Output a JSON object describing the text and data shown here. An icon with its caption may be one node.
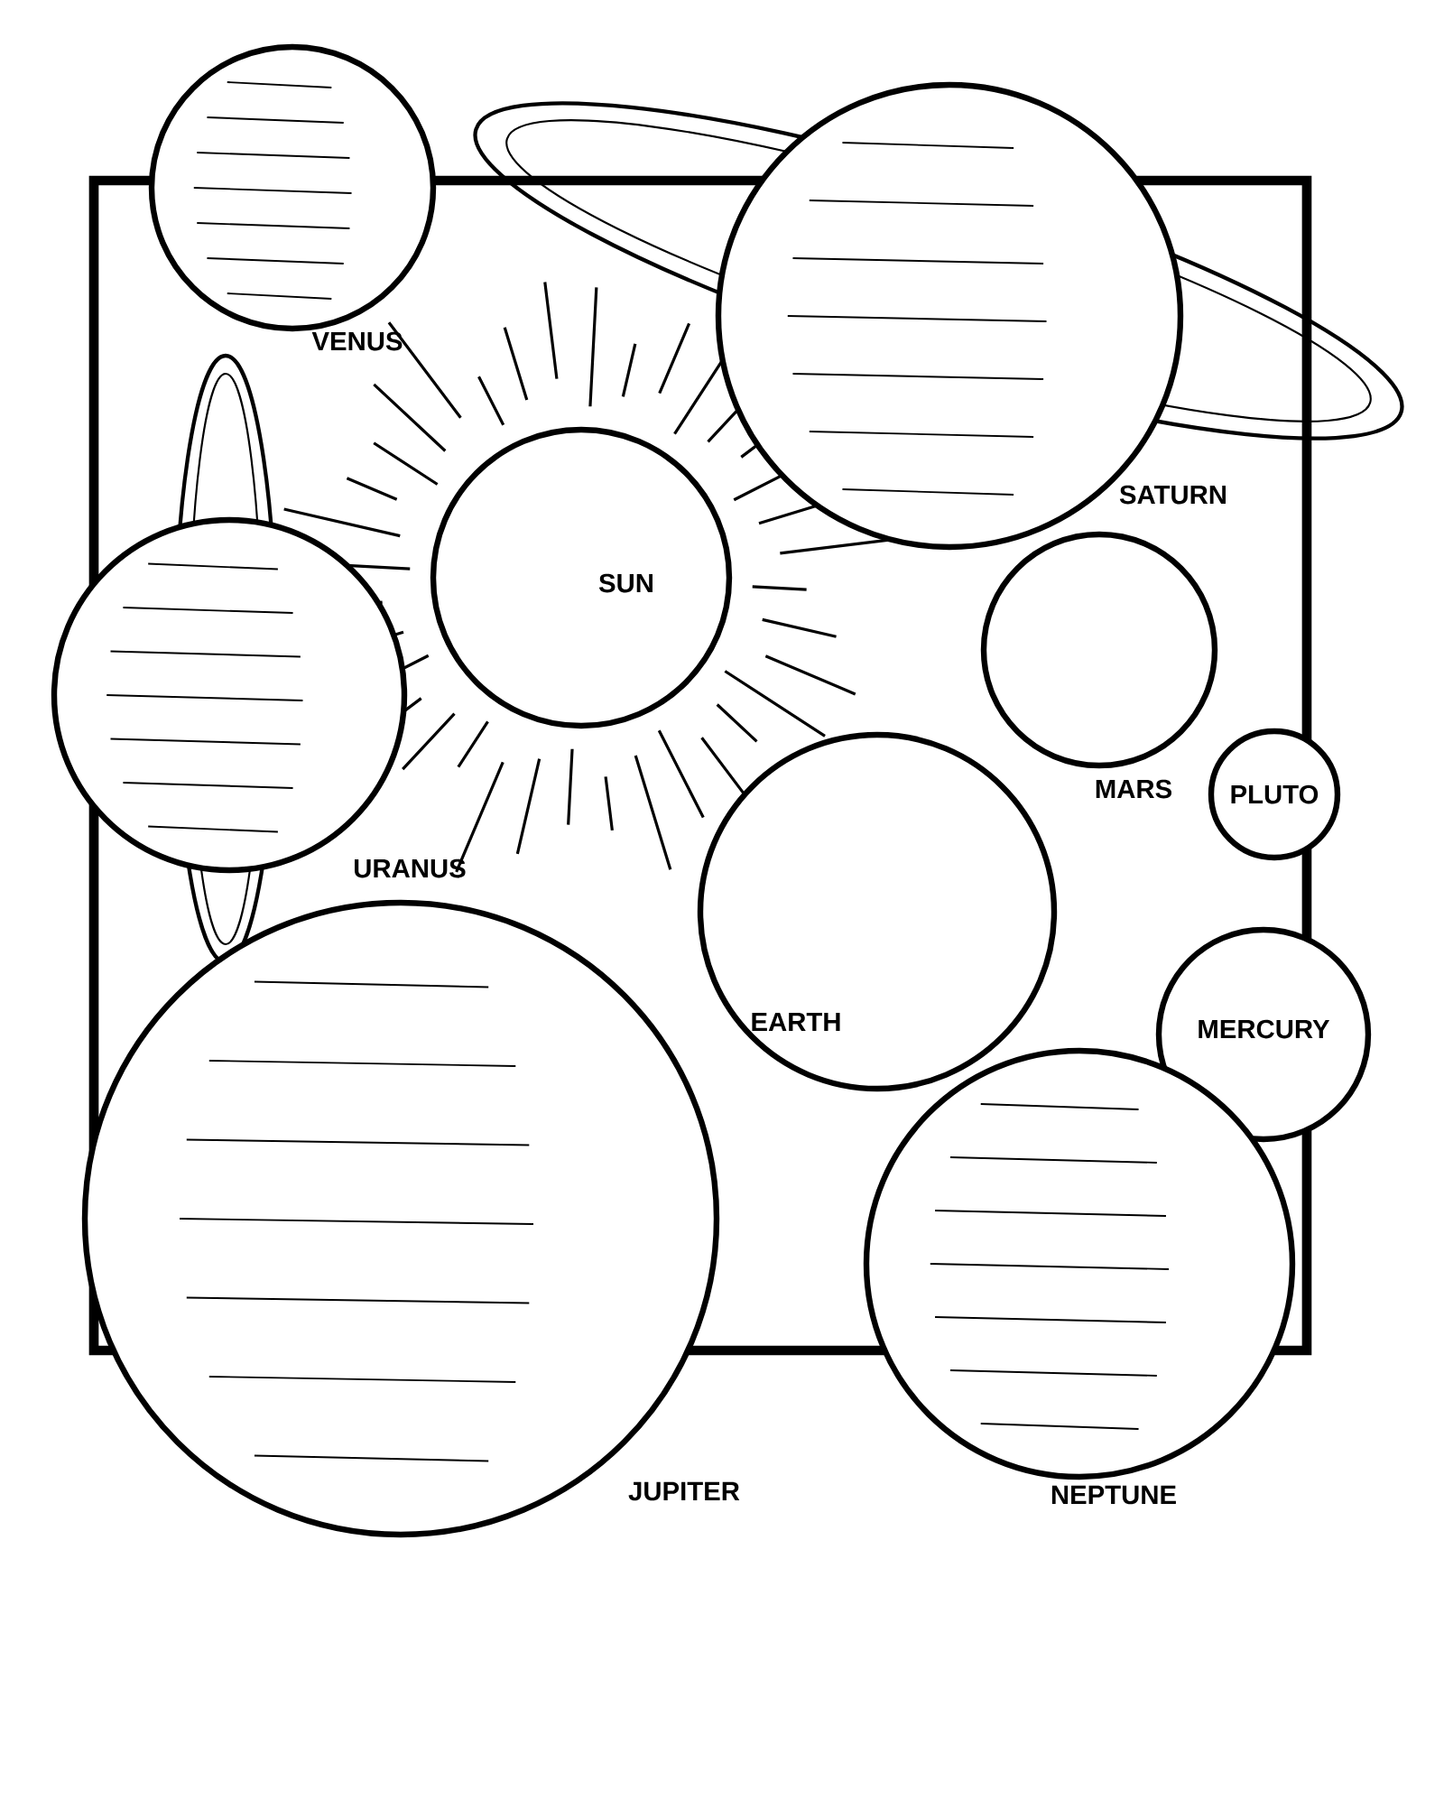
{
  "diagram": {
    "nodes": [
      {
        "text": [],
        "shape": "circle",
        "beside": [
          "VENUS"
        ]
      },
      {
        "text": [],
        "shape": "circle",
        "beside": [
          "SATURN"
        ]
      },
      {
        "text": [
          "SUN"
        ]
      },
      {
        "text": [],
        "shape": "circle",
        "beside": [
          "URANUS"
        ]
      },
      {
        "text": [],
        "shape": "circle",
        "beside": [
          "MARS"
        ]
      },
      {
        "text": [
          "PLUTO"
        ]
      },
      {
        "text": [
          "EARTH"
        ]
      },
      {
        "text": [
          "MERCURY"
        ]
      },
      {
        "text": [],
        "shape": "circle",
        "beside": [
          "JUPITER"
        ]
      },
      {
        "text": [],
        "shape": "circle",
        "beside": [
          "NEPTUNE"
        ]
      }
    ]
  }
}
